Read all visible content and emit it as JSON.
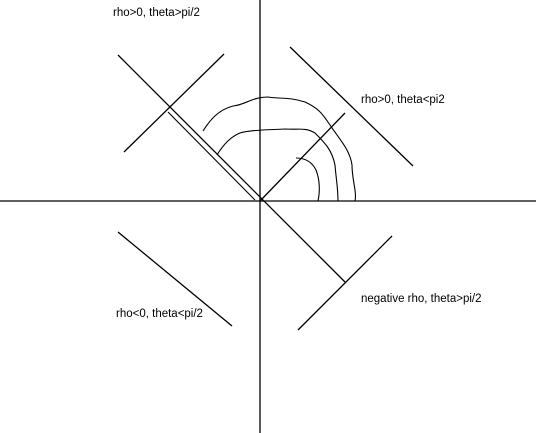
{
  "diagram": {
    "labels": {
      "top_left": "rho>0, theta>pi/2",
      "top_right": "rho>0, theta<pi2",
      "bottom_left": "rho<0, theta<pi/2",
      "bottom_right": "negative rho, theta>pi/2"
    },
    "line_color": "#000000",
    "background": "#ffffff"
  }
}
